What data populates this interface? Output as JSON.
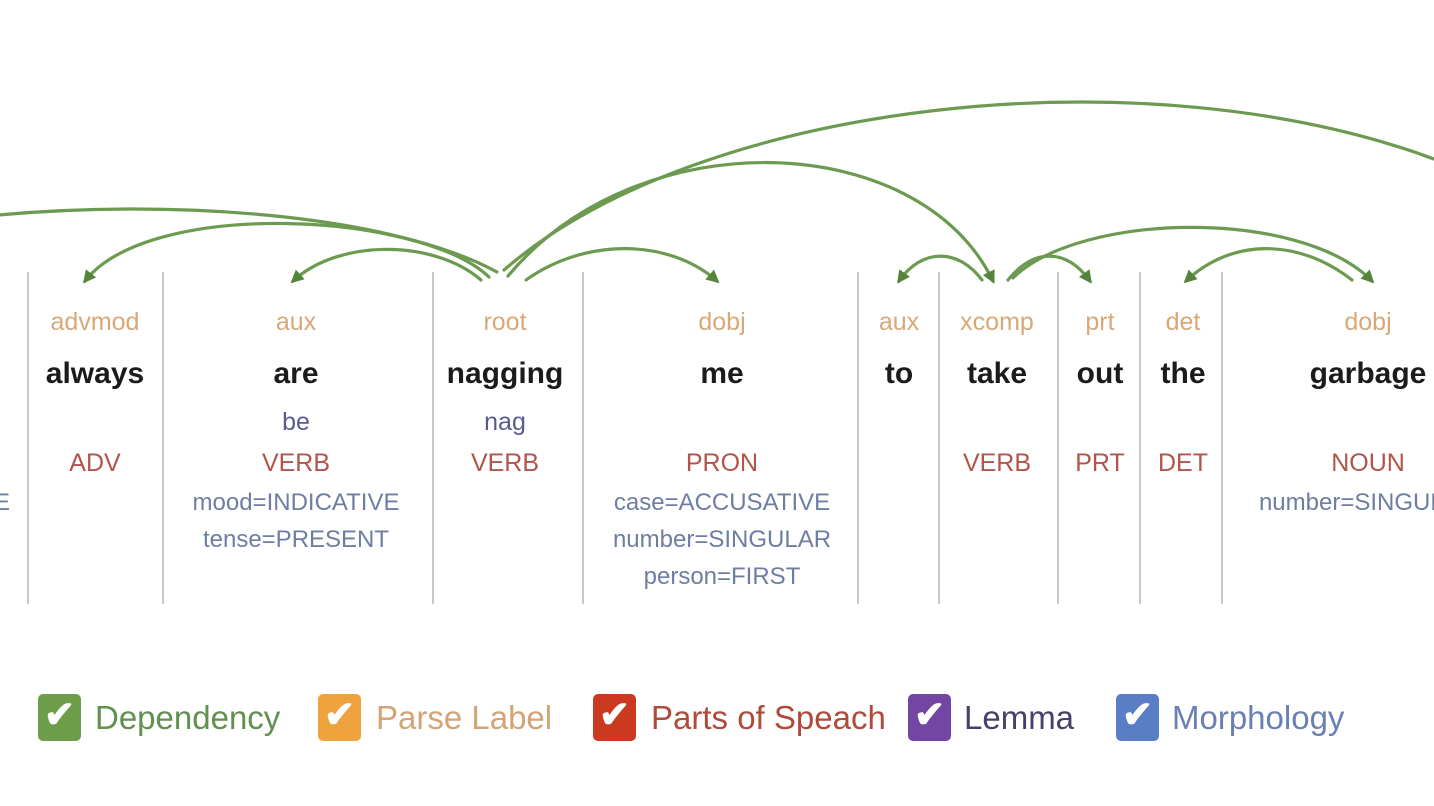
{
  "colors": {
    "dep_arc": "#6b9a50",
    "dep_arrow": "#55843b",
    "parse_label_tan": "#d9a878",
    "word_black": "#1b1b1b",
    "lemma_purple": "#5b5a8e",
    "pos_red": "#b2544a",
    "morph_slate": "#6e7ea3",
    "divider_gray": "#c8c8c8",
    "legend_dependency_box": "#6f9e4b",
    "legend_dependency_text": "#61904f",
    "legend_parse_label_box": "#eea33f",
    "legend_parse_label_text": "#d3a476",
    "legend_pos_box": "#cb3a20",
    "legend_pos_text": "#b04a3a",
    "legend_lemma_box": "#7246a2",
    "legend_lemma_text": "#48406a",
    "legend_morphology_box": "#597ec6",
    "legend_morphology_text": "#6a80b4"
  },
  "icons": {
    "checkmark": "✔"
  },
  "cropped": {
    "left_morph_fragment": "E"
  },
  "tokens": [
    {
      "word": "always",
      "parse_label": "advmod",
      "lemma": "",
      "pos": "ADV",
      "morph": []
    },
    {
      "word": "are",
      "parse_label": "aux",
      "lemma": "be",
      "pos": "VERB",
      "morph": [
        "mood=INDICATIVE",
        "tense=PRESENT"
      ]
    },
    {
      "word": "nagging",
      "parse_label": "root",
      "lemma": "nag",
      "pos": "VERB",
      "morph": []
    },
    {
      "word": "me",
      "parse_label": "dobj",
      "lemma": "",
      "pos": "PRON",
      "morph": [
        "case=ACCUSATIVE",
        "number=SINGULAR",
        "person=FIRST"
      ]
    },
    {
      "word": "to",
      "parse_label": "aux",
      "lemma": "",
      "pos": "",
      "morph": []
    },
    {
      "word": "take",
      "parse_label": "xcomp",
      "lemma": "",
      "pos": "VERB",
      "morph": []
    },
    {
      "word": "out",
      "parse_label": "prt",
      "lemma": "",
      "pos": "PRT",
      "morph": []
    },
    {
      "word": "the",
      "parse_label": "det",
      "lemma": "",
      "pos": "DET",
      "morph": []
    },
    {
      "word": "garbage",
      "parse_label": "dobj",
      "lemma": "",
      "pos": "NOUN",
      "morph": [
        "number=SINGULAR"
      ]
    }
  ],
  "dependencies": [
    {
      "head": "nagging",
      "dependent": "always",
      "label": "advmod"
    },
    {
      "head": "nagging",
      "dependent": "are",
      "label": "aux"
    },
    {
      "head": "nagging",
      "dependent": "me",
      "label": "dobj"
    },
    {
      "head": "nagging",
      "dependent": "take",
      "label": "xcomp"
    },
    {
      "head": "nagging",
      "dependent": "offscreen-left",
      "label": ""
    },
    {
      "head": "nagging",
      "dependent": "offscreen-right",
      "label": ""
    },
    {
      "head": "take",
      "dependent": "to",
      "label": "aux"
    },
    {
      "head": "take",
      "dependent": "out",
      "label": "prt"
    },
    {
      "head": "take",
      "dependent": "garbage",
      "label": "dobj"
    },
    {
      "head": "garbage",
      "dependent": "the",
      "label": "det"
    }
  ],
  "legend": {
    "items": [
      {
        "id": "dependency",
        "label": "Dependency",
        "checked": true
      },
      {
        "id": "parse-label",
        "label": "Parse Label",
        "checked": true
      },
      {
        "id": "parts-of-speech",
        "label": "Parts of Speach",
        "checked": true
      },
      {
        "id": "lemma",
        "label": "Lemma",
        "checked": true
      },
      {
        "id": "morphology",
        "label": "Morphology",
        "checked": true
      }
    ]
  }
}
